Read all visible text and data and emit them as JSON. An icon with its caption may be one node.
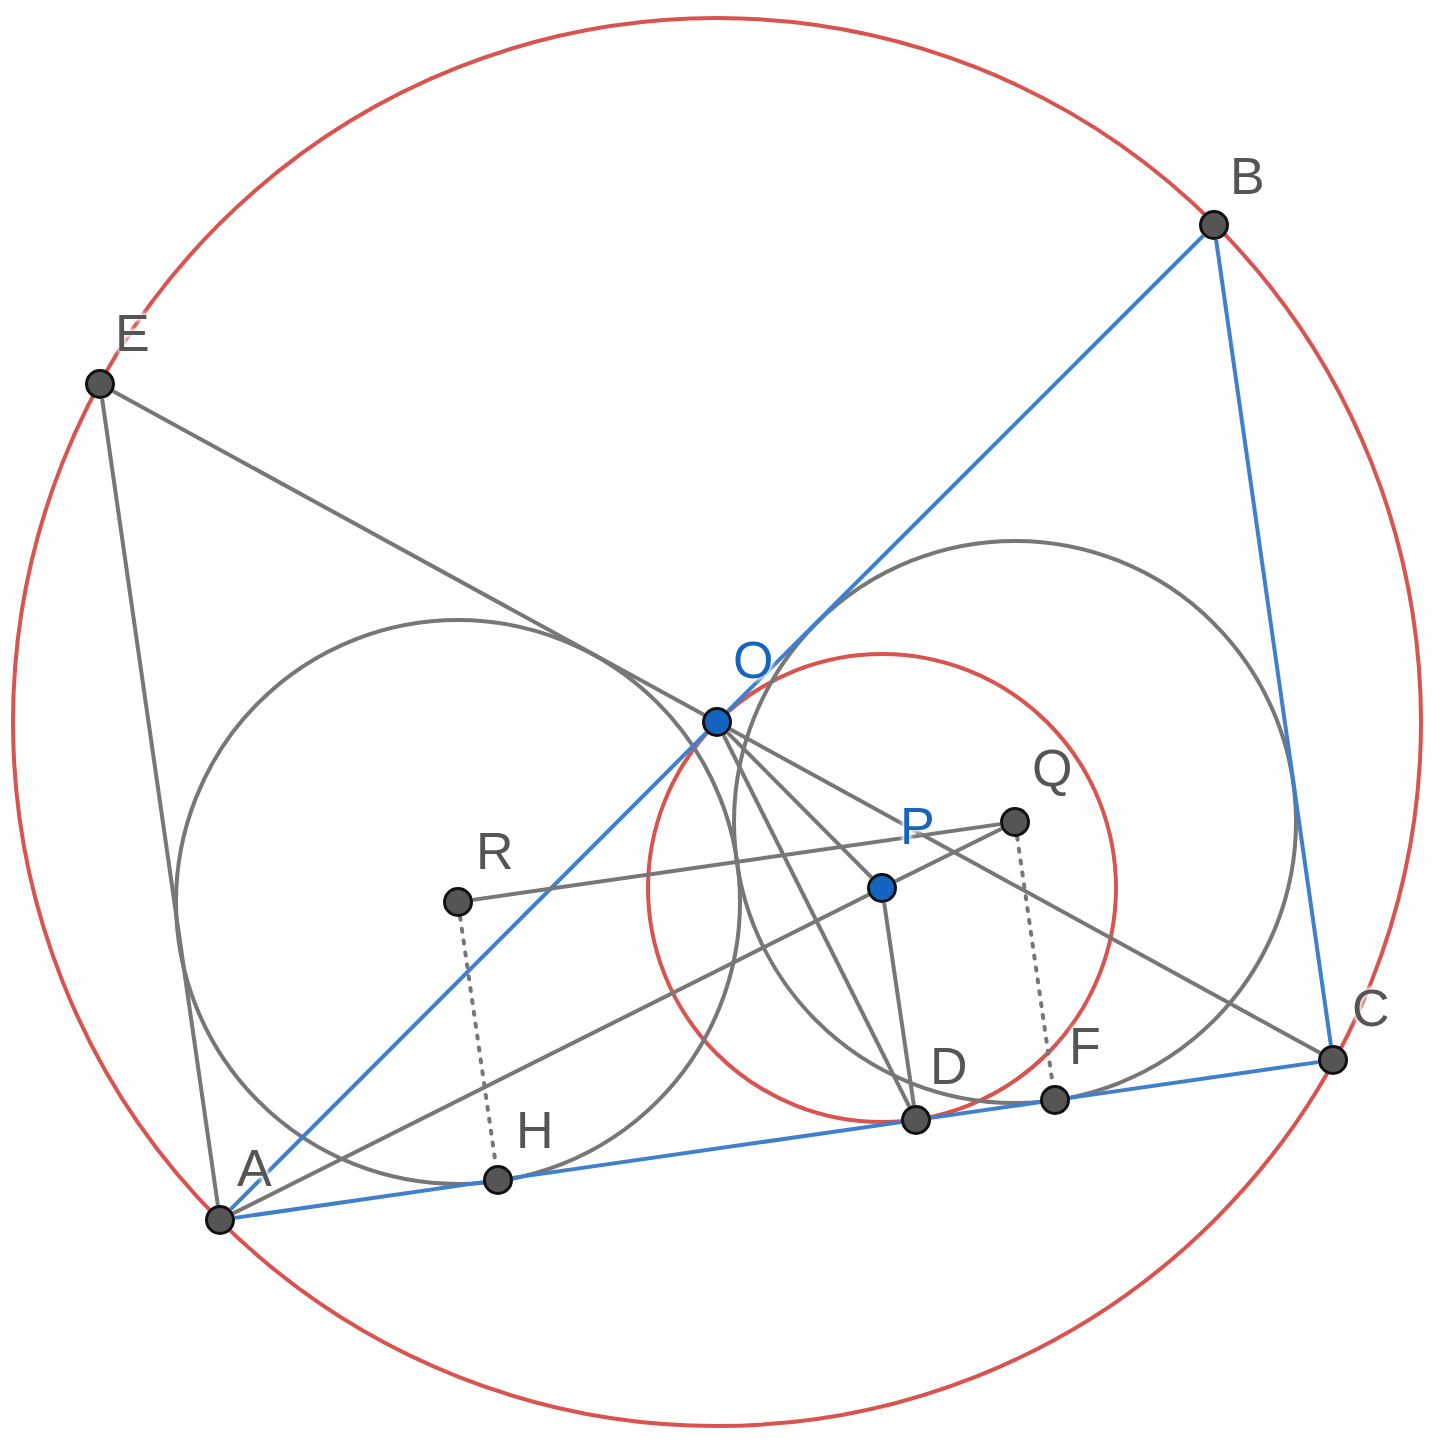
{
  "diagram": {
    "nodes": [
      {
        "text": [
          "B"
        ]
      },
      {
        "text": [
          "E"
        ]
      },
      {
        "text": [
          "O"
        ]
      },
      {
        "text": [
          "Q"
        ]
      },
      {
        "text": [
          "P"
        ]
      },
      {
        "text": [
          "R"
        ]
      },
      {
        "text": [
          "C"
        ]
      },
      {
        "text": [
          "F"
        ]
      },
      {
        "text": [
          "D"
        ]
      },
      {
        "text": [
          "H"
        ]
      },
      {
        "text": [
          "A"
        ]
      }
    ],
    "edges": [
      {
        "from": 10,
        "to": 2,
        "arrow": "none",
        "color": "#3f7fcc"
      },
      {
        "from": 2,
        "to": 0,
        "arrow": "none",
        "color": "#3f7fcc"
      },
      {
        "from": 0,
        "to": 6,
        "arrow": "none",
        "color": "#3f7fcc"
      },
      {
        "from": 10,
        "to": 9,
        "arrow": "none",
        "color": "#3f7fcc"
      },
      {
        "from": 9,
        "to": 8,
        "arrow": "none",
        "color": "#3f7fcc"
      },
      {
        "from": 8,
        "to": 7,
        "arrow": "none",
        "color": "#3f7fcc"
      },
      {
        "from": 7,
        "to": 6,
        "arrow": "none",
        "color": "#3f7fcc"
      },
      {
        "from": 1,
        "to": 10,
        "arrow": "none"
      },
      {
        "from": 1,
        "to": 2,
        "arrow": "none"
      },
      {
        "from": 2,
        "to": 6,
        "arrow": "none"
      },
      {
        "from": 2,
        "to": 4,
        "arrow": "none"
      },
      {
        "from": 2,
        "to": 8,
        "arrow": "none"
      },
      {
        "from": 4,
        "to": 8,
        "arrow": "none"
      },
      {
        "from": 10,
        "to": 4,
        "arrow": "none"
      },
      {
        "from": 4,
        "to": 3,
        "arrow": "none"
      },
      {
        "from": 5,
        "to": 3,
        "arrow": "none"
      },
      {
        "from": 5,
        "to": 9,
        "arrow": "none",
        "style": "dashed"
      },
      {
        "from": 3,
        "to": 7,
        "arrow": "none",
        "style": "dashed"
      }
    ]
  }
}
